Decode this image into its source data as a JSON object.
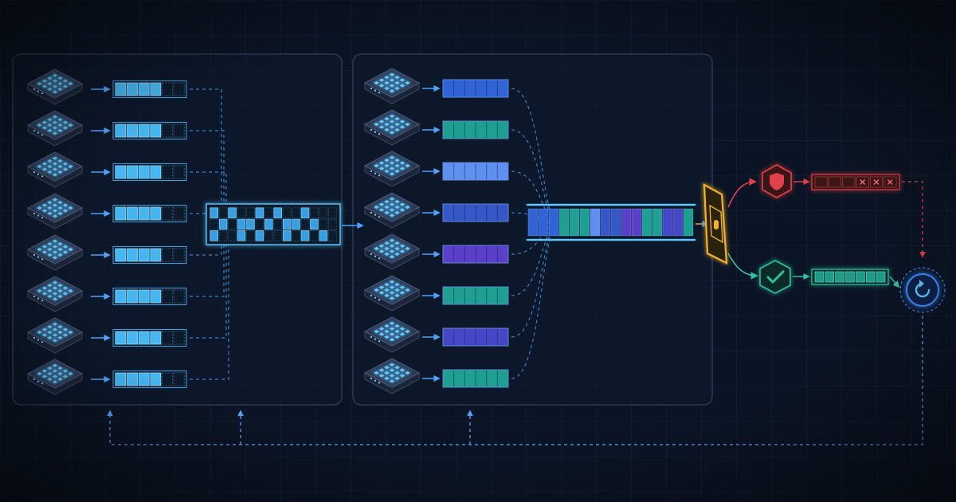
{
  "colors": {
    "background": "#0b1424",
    "grid": "#15233a",
    "panel_stroke": "#2a3a55",
    "node_face": "#2a3650",
    "node_glow": "#5ec8ff",
    "buffer_cyan": "#46b6f0",
    "flow_blue": "#4da3ff",
    "gate_gold": "#f2b12a",
    "reject_red": "#e0414b",
    "accept_teal": "#2fc2a0",
    "loop_ring": "#3a8dff"
  },
  "stage_one": {
    "workers": [
      {
        "fill_slots": 4,
        "empty_slots": 2
      },
      {
        "fill_slots": 4,
        "empty_slots": 2
      },
      {
        "fill_slots": 4,
        "empty_slots": 2
      },
      {
        "fill_slots": 4,
        "empty_slots": 2
      },
      {
        "fill_slots": 4,
        "empty_slots": 2
      },
      {
        "fill_slots": 4,
        "empty_slots": 2
      },
      {
        "fill_slots": 4,
        "empty_slots": 2
      },
      {
        "fill_slots": 4,
        "empty_slots": 2
      }
    ],
    "merge_grid": {
      "rows": 3,
      "cols": 14
    }
  },
  "stage_two": {
    "workers": [
      {
        "color": "#2f63d6"
      },
      {
        "color": "#1f9e92"
      },
      {
        "color": "#5f8ff0"
      },
      {
        "color": "#3557c8"
      },
      {
        "color": "#5a3fc8"
      },
      {
        "color": "#1f9e92"
      },
      {
        "color": "#4646c8"
      },
      {
        "color": "#1f9e92"
      }
    ],
    "batch_segments": [
      "#2f63d6",
      "#2f63d6",
      "#2f63d6",
      "#1f9e92",
      "#1f9e92",
      "#1f9e92",
      "#5f8ff0",
      "#3557c8",
      "#3557c8",
      "#5a3fc8",
      "#5a3fc8",
      "#1f9e92",
      "#1f9e92",
      "#4646c8",
      "#4646c8",
      "#1f9e92"
    ]
  },
  "outputs": {
    "reject_icon": "shield-icon",
    "accept_icon": "check-icon",
    "loop_icon": "refresh-icon",
    "reject_slots": {
      "empty": 3,
      "marked": 3
    },
    "accept_slots": 7
  }
}
